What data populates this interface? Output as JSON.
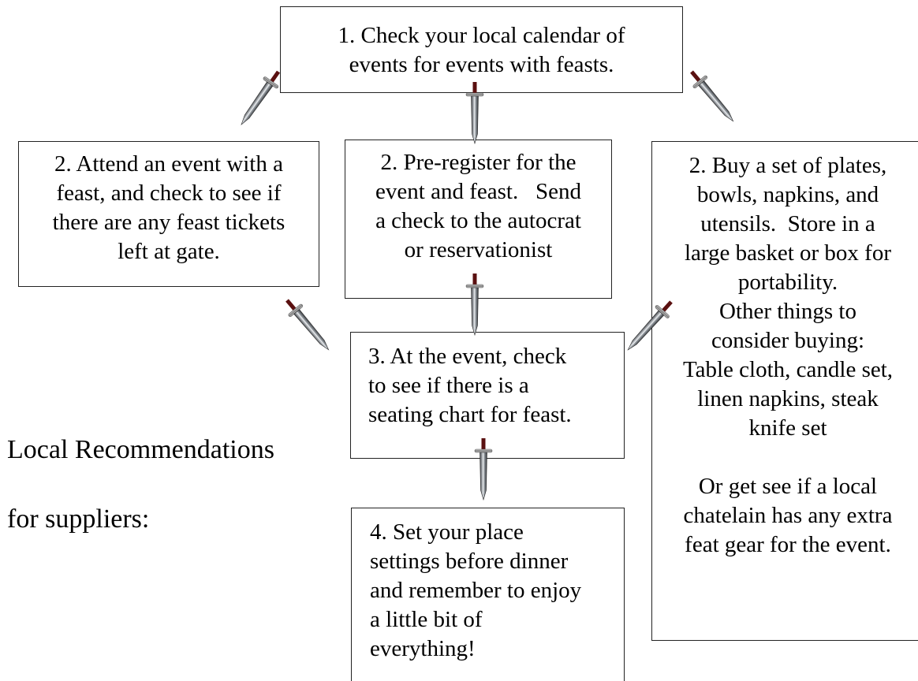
{
  "boxes": {
    "step1": [
      "1. Check your local calendar of",
      "events for events with feasts."
    ],
    "step2_attend": [
      "2. Attend an event with a",
      "feast, and check to see if",
      "there are any feast tickets",
      "left at gate."
    ],
    "step2_preregister": [
      "2. Pre-register for the",
      "event and feast.   Send",
      "a check to the autocrat",
      "or reservationist"
    ],
    "step2_buy": [
      "2. Buy a set of plates,",
      "bowls, napkins, and",
      "utensils.  Store in a",
      "large basket or box for",
      "portability.",
      "Other things to",
      "consider buying:",
      "Table cloth, candle set,",
      "linen napkins, steak",
      "knife set",
      "",
      "Or get see if a local",
      "chatelain has any extra",
      "feat gear for the event."
    ],
    "step3": [
      "3. At the event, check",
      "to see if there is a",
      "seating chart for feast."
    ],
    "step4": [
      "4. Set your place",
      "settings before dinner",
      "and remember to enjoy",
      "a little bit of",
      "everything!"
    ]
  },
  "recommendations": {
    "line1": "Local Recommendations",
    "line2": "for suppliers:"
  },
  "colors": {
    "blade": "#8a8f95",
    "hilt": "#4a4a4a",
    "grip": "#5a1010"
  },
  "icons": [
    "sword-icon"
  ]
}
